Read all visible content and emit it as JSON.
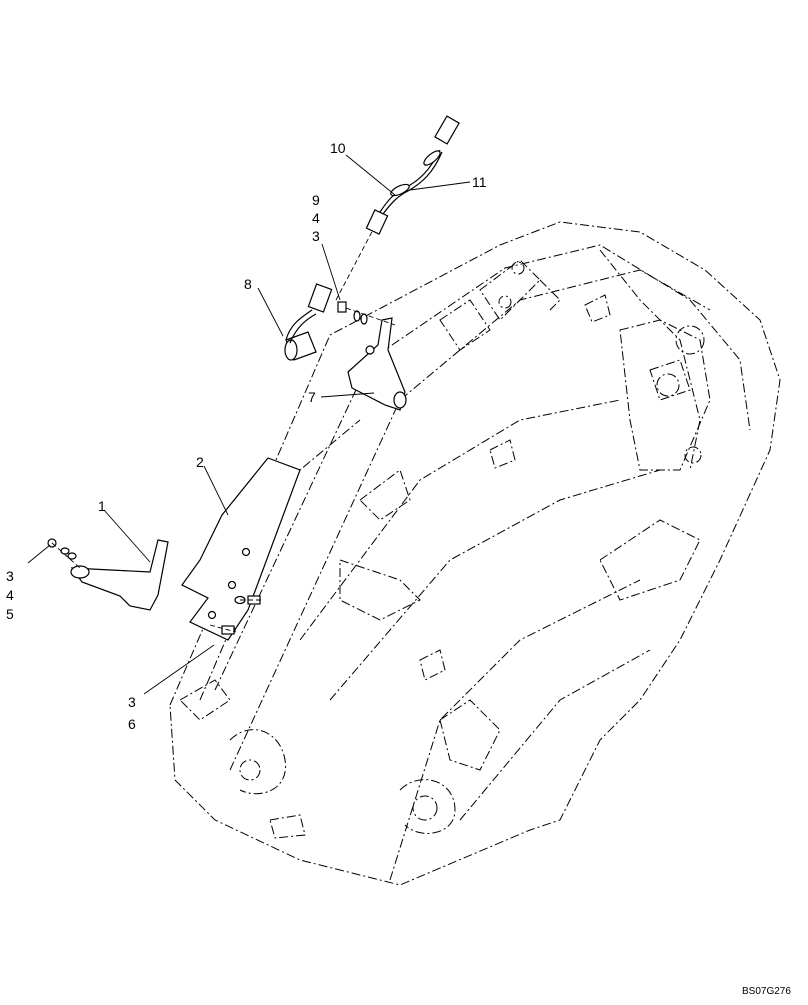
{
  "diagram": {
    "callouts": {
      "c1": "1",
      "c2": "2",
      "c3a": "3",
      "c4a": "4",
      "c5a": "5",
      "c3b": "3",
      "c6b": "6",
      "c7": "7",
      "c8": "8",
      "c9": "9",
      "c4c": "4",
      "c3c": "3",
      "c10": "10",
      "c11": "11"
    },
    "reference_code": "BS07G276"
  }
}
